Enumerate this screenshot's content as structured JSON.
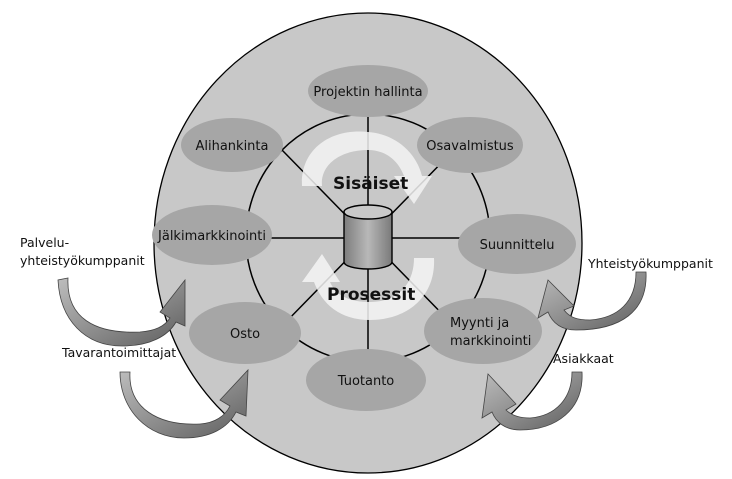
{
  "diagram": {
    "center": {
      "top_label": "Sisäiset",
      "bottom_label": "Prosessit"
    },
    "nodes": {
      "projektin_hallinta": "Projektin hallinta",
      "osavalmistus": "Osavalmistus",
      "suunnittelu": "Suunnittelu",
      "myynti_line1": "Myynti ja",
      "myynti_line2": "markkinointi",
      "tuotanto": "Tuotanto",
      "osto": "Osto",
      "jalkimarkkinointi": "Jälkimarkkinointi",
      "alihankinta": "Alihankinta"
    },
    "external": {
      "palvelu_line1": "Palvelu-",
      "palvelu_line2": "yhteistyökumppanit",
      "tavarantoimittajat": "Tavarantoimittajat",
      "yhteistyokumppanit": "Yhteistyökumppanit",
      "asiakkaat": "Asiakkaat"
    },
    "colors": {
      "outer_circle": "#c8c8c8",
      "node_fill": "#a6a6a6",
      "arrow_fill": "#8e8e8e",
      "line": "#000000",
      "cycle_arrow": "#f4f4f4"
    }
  }
}
